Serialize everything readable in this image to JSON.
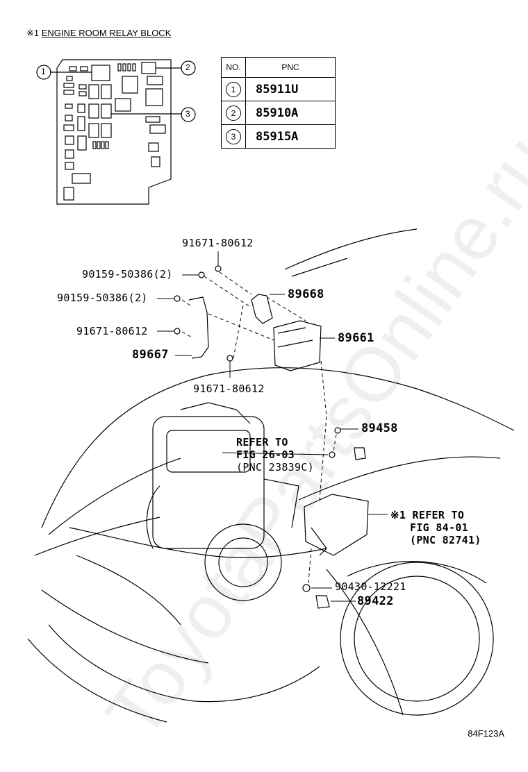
{
  "title_mark": "※1",
  "title_text": "ENGINE ROOM RELAY BLOCK",
  "relay_callouts": [
    "1",
    "2",
    "3"
  ],
  "table": {
    "header_no": "NO.",
    "header_pnc": "PNC",
    "rows": [
      {
        "no": "1",
        "pnc": "85911U"
      },
      {
        "no": "2",
        "pnc": "85910A"
      },
      {
        "no": "3",
        "pnc": "85915A"
      }
    ]
  },
  "labels": {
    "p1": "91671-80612",
    "p2": "90159-50386(2)",
    "p3": "89668",
    "p4": "90159-50386(2)",
    "p5": "91671-80612",
    "p6": "89661",
    "p7": "89667",
    "p8": "91671-80612",
    "p9": "89458",
    "ref1_line1": "REFER TO",
    "ref1_line2": "FIG 26-03",
    "ref1_line3": "(PNC 23839C)",
    "ref2_line1": "※1 REFER TO",
    "ref2_line2": "FIG 84-01",
    "ref2_line3": "(PNC 82741)",
    "p10": "90430-12221",
    "p11": "89422"
  },
  "watermark": "ToyotaPartsOnline.ru",
  "figure_code": "84F123A"
}
